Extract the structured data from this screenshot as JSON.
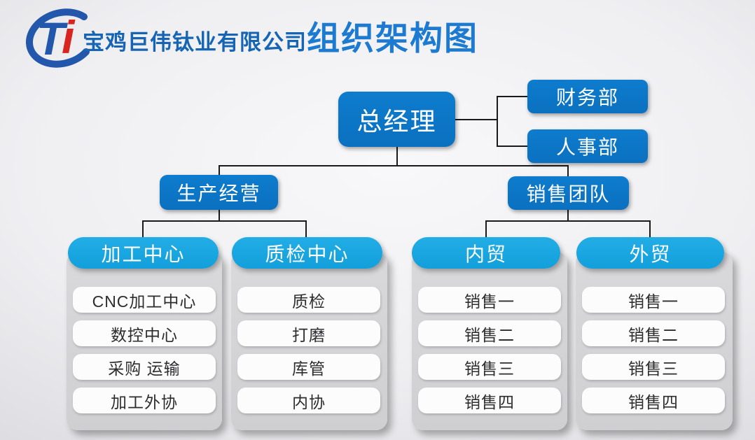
{
  "header": {
    "logo_t": "T",
    "logo_i": "i",
    "company_name": "宝鸡巨伟钛业有限公司",
    "title": "组织架构图"
  },
  "colors": {
    "node_blue": "#0b72c4",
    "pill_cyan": "#18a7e1",
    "company_name_blue": "#1565b4",
    "title_blue": "#1c7ad0",
    "logo_blue": "#2257ac",
    "logo_red": "#d9251f",
    "connector_black": "#1a1a1a",
    "panel_gray": "#d3d3d5"
  },
  "org": {
    "root": {
      "label": "总经理"
    },
    "staff": [
      {
        "label": "财务部"
      },
      {
        "label": "人事部"
      }
    ],
    "branches": [
      {
        "label": "生产经营"
      },
      {
        "label": "销售团队"
      }
    ],
    "columns": [
      {
        "header": "加工中心",
        "items": [
          "CNC加工中心",
          "数控中心",
          "采购 运输",
          "加工外协"
        ]
      },
      {
        "header": "质检中心",
        "items": [
          "质检",
          "打磨",
          "库管",
          "内协"
        ]
      },
      {
        "header": "内贸",
        "items": [
          "销售一",
          "销售二",
          "销售三",
          "销售四"
        ]
      },
      {
        "header": "外贸",
        "items": [
          "销售一",
          "销售二",
          "销售三",
          "销售四"
        ]
      }
    ]
  }
}
